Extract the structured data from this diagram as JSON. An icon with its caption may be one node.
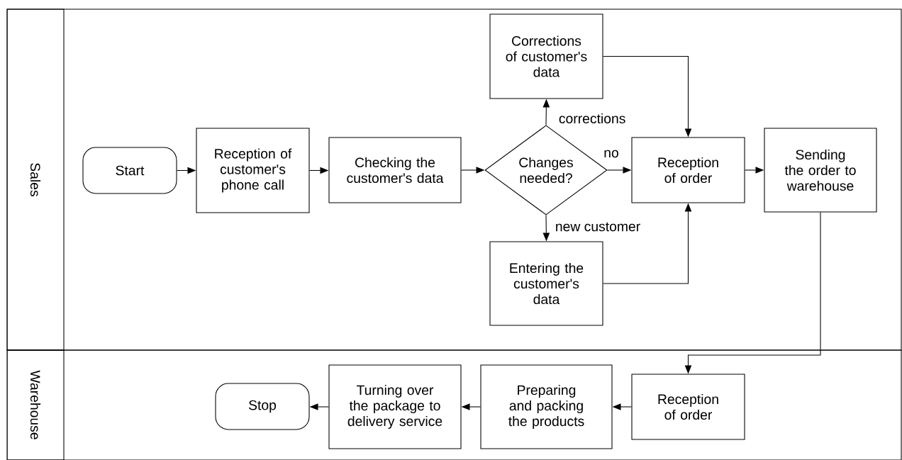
{
  "diagram": {
    "nodes": [
      {
        "text": [
          "Sales"
        ]
      },
      {
        "text": [
          "Warehouse"
        ]
      },
      {
        "text": [
          "Start"
        ],
        "in": 0
      },
      {
        "text": [
          "Reception of customer's phone call"
        ],
        "in": 0
      },
      {
        "text": [
          "Checking the customer's data"
        ],
        "in": 0
      },
      {
        "text": [
          "Changes needed?"
        ],
        "in": 0
      },
      {
        "text": [
          "Corrections of customer's data"
        ],
        "in": 0
      },
      {
        "text": [
          "Entering the customer's data"
        ],
        "in": 0
      },
      {
        "text": [
          "Reception of order"
        ],
        "in": 0
      },
      {
        "text": [
          "Sending the order to warehouse"
        ],
        "in": 0
      },
      {
        "text": [
          "Reception of order"
        ],
        "in": 1
      },
      {
        "text": [
          "Preparing and packing the products"
        ],
        "in": 1
      },
      {
        "text": [
          "Turning over the package to delivery service"
        ],
        "in": 1
      },
      {
        "text": [
          "Stop"
        ],
        "in": 1
      }
    ],
    "edges": [
      {
        "from": 2,
        "to": 3,
        "arrow": "to"
      },
      {
        "from": 3,
        "to": 4,
        "arrow": "to"
      },
      {
        "from": 4,
        "to": 5,
        "arrow": "to"
      },
      {
        "from": 5,
        "to": 6,
        "arrow": "to",
        "label": "corrections"
      },
      {
        "from": 5,
        "to": 8,
        "arrow": "to",
        "label": "no"
      },
      {
        "from": 5,
        "to": 7,
        "arrow": "to",
        "label": "new customer"
      },
      {
        "from": 6,
        "to": 8,
        "arrow": "to"
      },
      {
        "from": 7,
        "to": 8,
        "arrow": "to"
      },
      {
        "from": 8,
        "to": 9,
        "arrow": "to"
      },
      {
        "from": 9,
        "to": 10,
        "arrow": "to"
      },
      {
        "from": 10,
        "to": 11,
        "arrow": "to"
      },
      {
        "from": 11,
        "to": 12,
        "arrow": "to"
      },
      {
        "from": 12,
        "to": 13,
        "arrow": "to"
      }
    ]
  }
}
